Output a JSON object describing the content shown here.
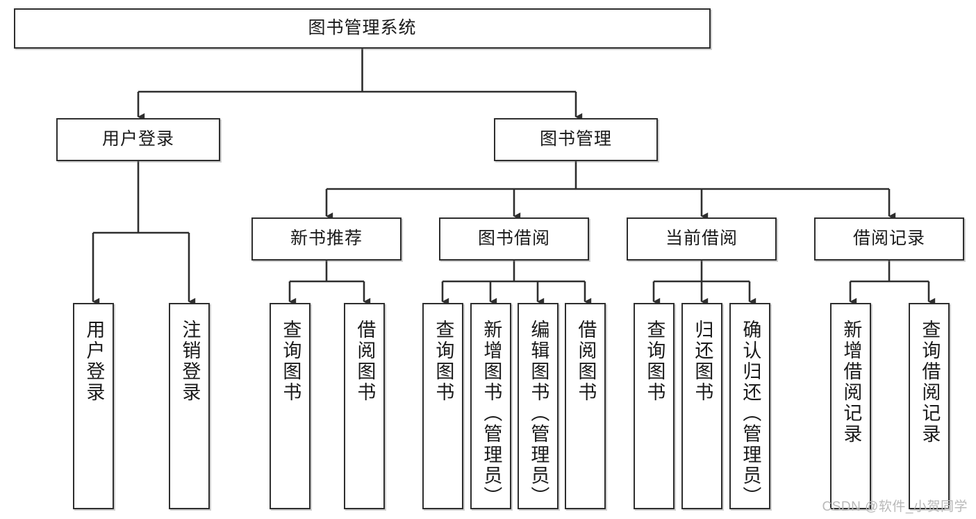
{
  "diagram": {
    "title_node": {
      "label": "图书管理系统"
    },
    "level2": [
      {
        "id": "user-login",
        "label": "用户登录"
      },
      {
        "id": "book-management",
        "label": "图书管理"
      }
    ],
    "level3": [
      {
        "id": "new-book-recommend",
        "label": "新书推荐"
      },
      {
        "id": "book-borrow",
        "label": "图书借阅"
      },
      {
        "id": "current-borrow",
        "label": "当前借阅"
      },
      {
        "id": "borrow-record",
        "label": "借阅记录"
      }
    ],
    "leaves": {
      "user_login": [
        {
          "id": "leaf-user-login",
          "label": "用户登录"
        },
        {
          "id": "leaf-logout-login",
          "label": "注销登录"
        }
      ],
      "new_book_recommend": [
        {
          "id": "leaf-query-book-1",
          "label": "查询图书"
        },
        {
          "id": "leaf-borrow-book-1",
          "label": "借阅图书"
        }
      ],
      "book_borrow": [
        {
          "id": "leaf-query-book-2",
          "label": "查询图书"
        },
        {
          "id": "leaf-add-book",
          "label": "新增图书（管理员）"
        },
        {
          "id": "leaf-edit-book",
          "label": "编辑图书（管理员）"
        },
        {
          "id": "leaf-borrow-book-2",
          "label": "借阅图书"
        }
      ],
      "current_borrow": [
        {
          "id": "leaf-query-book-3",
          "label": "查询图书"
        },
        {
          "id": "leaf-return-book",
          "label": "归还图书"
        },
        {
          "id": "leaf-confirm-return",
          "label": "确认归还（管理员）"
        }
      ],
      "borrow_record": [
        {
          "id": "leaf-add-record",
          "label": "新增借阅记录"
        },
        {
          "id": "leaf-query-record",
          "label": "查询借阅记录"
        }
      ]
    }
  },
  "watermark": {
    "text": "CSDN @软件_小贺同学"
  },
  "colors": {
    "stroke": "#2e2e2e",
    "box_fill": "#ffffff",
    "text": "#1a1a1a",
    "watermark": "#b9b9b9"
  }
}
